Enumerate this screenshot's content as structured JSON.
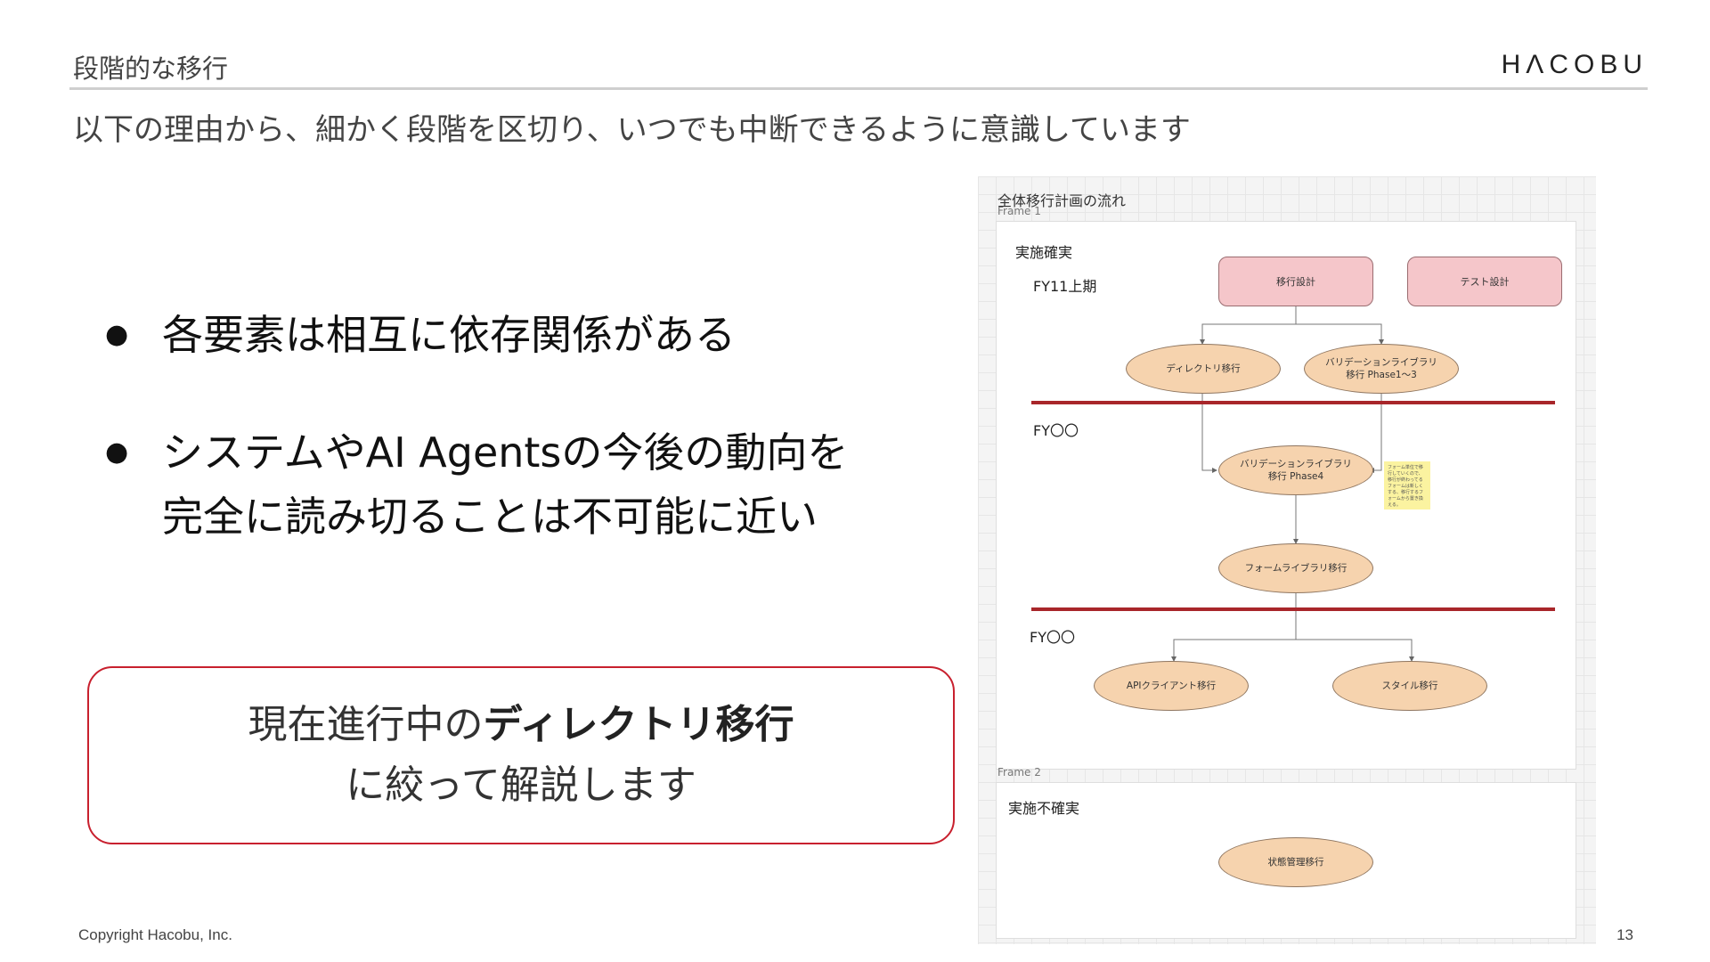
{
  "header": {
    "title": "段階的な移行",
    "logo": "HΛCOBU"
  },
  "lead": "以下の理由から、細かく段階を区切り、いつでも中断できるように意識しています",
  "bullets": [
    {
      "lines": [
        "各要素は相互に依存関係がある"
      ]
    },
    {
      "lines": [
        "システムやAI Agentsの今後の動向を",
        "完全に読み切ることは不可能に近い"
      ]
    }
  ],
  "bullet_symbol": "●",
  "callout": {
    "line1_prefix": "現在進行中の",
    "line1_strong": "ディレクトリ移行",
    "line2": "に絞って解説します"
  },
  "footer": {
    "copyright": "Copyright Hacobu, Inc.",
    "page_number": "13"
  },
  "diagram": {
    "title": "全体移行計画の流れ",
    "frame1": {
      "label": "Frame 1",
      "section": "実施確実",
      "periods": [
        "FY11上期",
        "FY〇〇",
        "FY〇〇"
      ],
      "nodes": {
        "migration_design": "移行設計",
        "test_design": "テスト設計",
        "directory_migration": "ディレクトリ移行",
        "validation_p13": [
          "バリデーションライブラリ",
          "移行 Phase1〜3"
        ],
        "validation_p4": [
          "バリデーションライブラリ",
          "移行 Phase4"
        ],
        "form_library": "フォームライブラリ移行",
        "api_client": "APIクライアント移行",
        "style": "スタイル移行"
      },
      "sticky_note": "フォーム単位で移行していくので、移行が終わってるフォームは新しくする、移行するフォームから置き換える。"
    },
    "frame2": {
      "label": "Frame 2",
      "section": "実施不確実",
      "nodes": {
        "state_management": "状態管理移行"
      }
    },
    "colors": {
      "rect_fill": "#f5c6ca",
      "ellipse_fill": "#f6d3ae",
      "divider": "#a8262a",
      "sticky": "#fbf3a0",
      "callout_border": "#c8202e"
    }
  }
}
